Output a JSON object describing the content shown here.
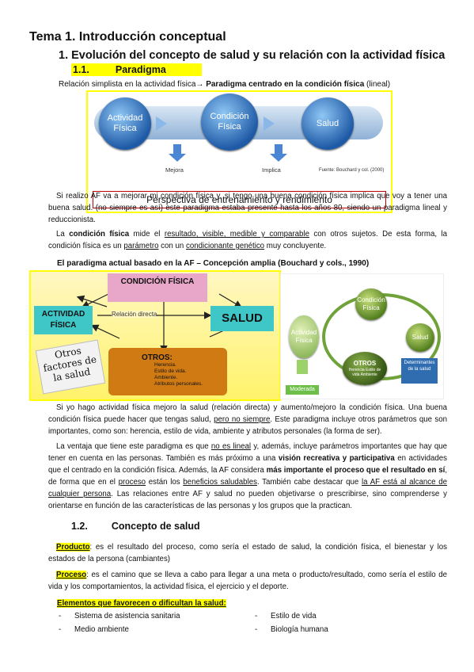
{
  "heading1": "Tema 1. Introducción conceptual",
  "heading2": "1.  Evolución del concepto de salud y su relación con la actividad física",
  "section_1_1": {
    "num": "1.1.",
    "title": "Paradigma"
  },
  "caption1": {
    "pre": "Relación simplista en la actividad física",
    "arrow": "→",
    "bold": " Paradigma centrado en la condición física",
    "post": " (lineal)"
  },
  "figure1": {
    "circles": [
      "Actividad Física",
      "Condición Física",
      "Salud"
    ],
    "arrow_labels": [
      "Mejora",
      "Implica"
    ],
    "source": "Fuente: Bouchard y col. (2000)",
    "banner": "Perspectiva de entrenamiento y rendimiento"
  },
  "para1": "Si realizo AF va a mejorar mi condición física y, si tengo una buena condición física implica que voy a tener una buena salud. (no siempre es así) este paradigma estaba presente hasta los años 80, siendo un paradigma lineal y reduccionista.",
  "para2": {
    "a": "La ",
    "b": "condición física",
    "c": " mide el ",
    "d": "resultado, visible, medible y comparable",
    "e": " con otros sujetos. De esta forma, la condición física es un ",
    "f": "parámetro",
    "g": " con un ",
    "h": "condicionante genético",
    "i": " muy concluyente."
  },
  "caption2": "El paradigma actual basado en la AF – Concepción amplia (Bouchard y cols., 1990)",
  "figure2": {
    "condicion": "CONDICIÓN FÍSICA",
    "actividad": "ACTIVIDAD FÍSICA",
    "salud": "SALUD",
    "relacion": "Relación directa",
    "otros_title": "OTROS:",
    "otros_items": [
      "Herencia.",
      "Estilo de vida.",
      "Ambiente.",
      "Atributos personales."
    ],
    "note": "Otros factores de la salud"
  },
  "figure3": {
    "condicion": "Condición Física",
    "actividad": "Actividad Física",
    "salud": "Salud",
    "otros": "OTROS",
    "otros_sub": "Herencia Estilo de vida Ambiente",
    "moderada": "Moderada",
    "determinantes": "Determinantes de la salud"
  },
  "para3": {
    "a": "Si yo hago actividad física mejoro la salud (relación directa) y aumento/mejoro la condición física. Una buena condición física puede hacer que tengas salud, ",
    "b": "pero no siempre",
    "c": ". Este paradigma incluye otros parámetros que son importantes, como son: herencia, estilo de vida, ambiente y atributos personales (la forma de ser)."
  },
  "para4": {
    "a": "La ventaja que tiene este paradigma es que ",
    "b": "no es lineal",
    "c": " y, además, incluye parámetros importantes que hay que tener en cuenta en las personas. También es más próximo a una ",
    "d": "visión recreativa y participativa",
    "e": " en actividades que el centrado en la condición física. Además, la AF considera ",
    "f": "más importante el proceso que el resultado en sí",
    "g": ", de forma que en el ",
    "h": "proceso",
    "i": " están los ",
    "j": "beneficios saludables",
    "k": ". También cabe destacar que ",
    "l": "la AF está al alcance de cualquier persona",
    "m": ". Las relaciones entre AF y salud no pueden objetivarse o prescribirse, sino comprenderse y orientarse en función de las características de las personas y los grupos que la practican."
  },
  "section_1_2": {
    "num": "1.2.",
    "title": "Concepto de salud"
  },
  "producto": {
    "label": "Producto",
    "text": ": es el resultado del proceso, como sería el estado de salud, la condición física, el bienestar y los estados de la persona (cambiantes)"
  },
  "proceso": {
    "label": "Proceso",
    "text": ": es el camino que se lleva a cabo para llegar a una meta o producto/resultado, como sería el estilo de vida y los comportamientos, la actividad física, el ejercicio y el deporte."
  },
  "elementos_title": "Elementos que favorecen o dificultan la salud:",
  "bullets_left": [
    "Sistema de asistencia sanitaria",
    "Medio ambiente"
  ],
  "bullets_right": [
    "Estilo de vida",
    "Biología humana"
  ],
  "colors": {
    "highlight": "#ffff00",
    "blue": "#1f5aa6",
    "orange": "#d07a14",
    "pink": "#e8a6c8",
    "cyan": "#3fc6c6"
  }
}
